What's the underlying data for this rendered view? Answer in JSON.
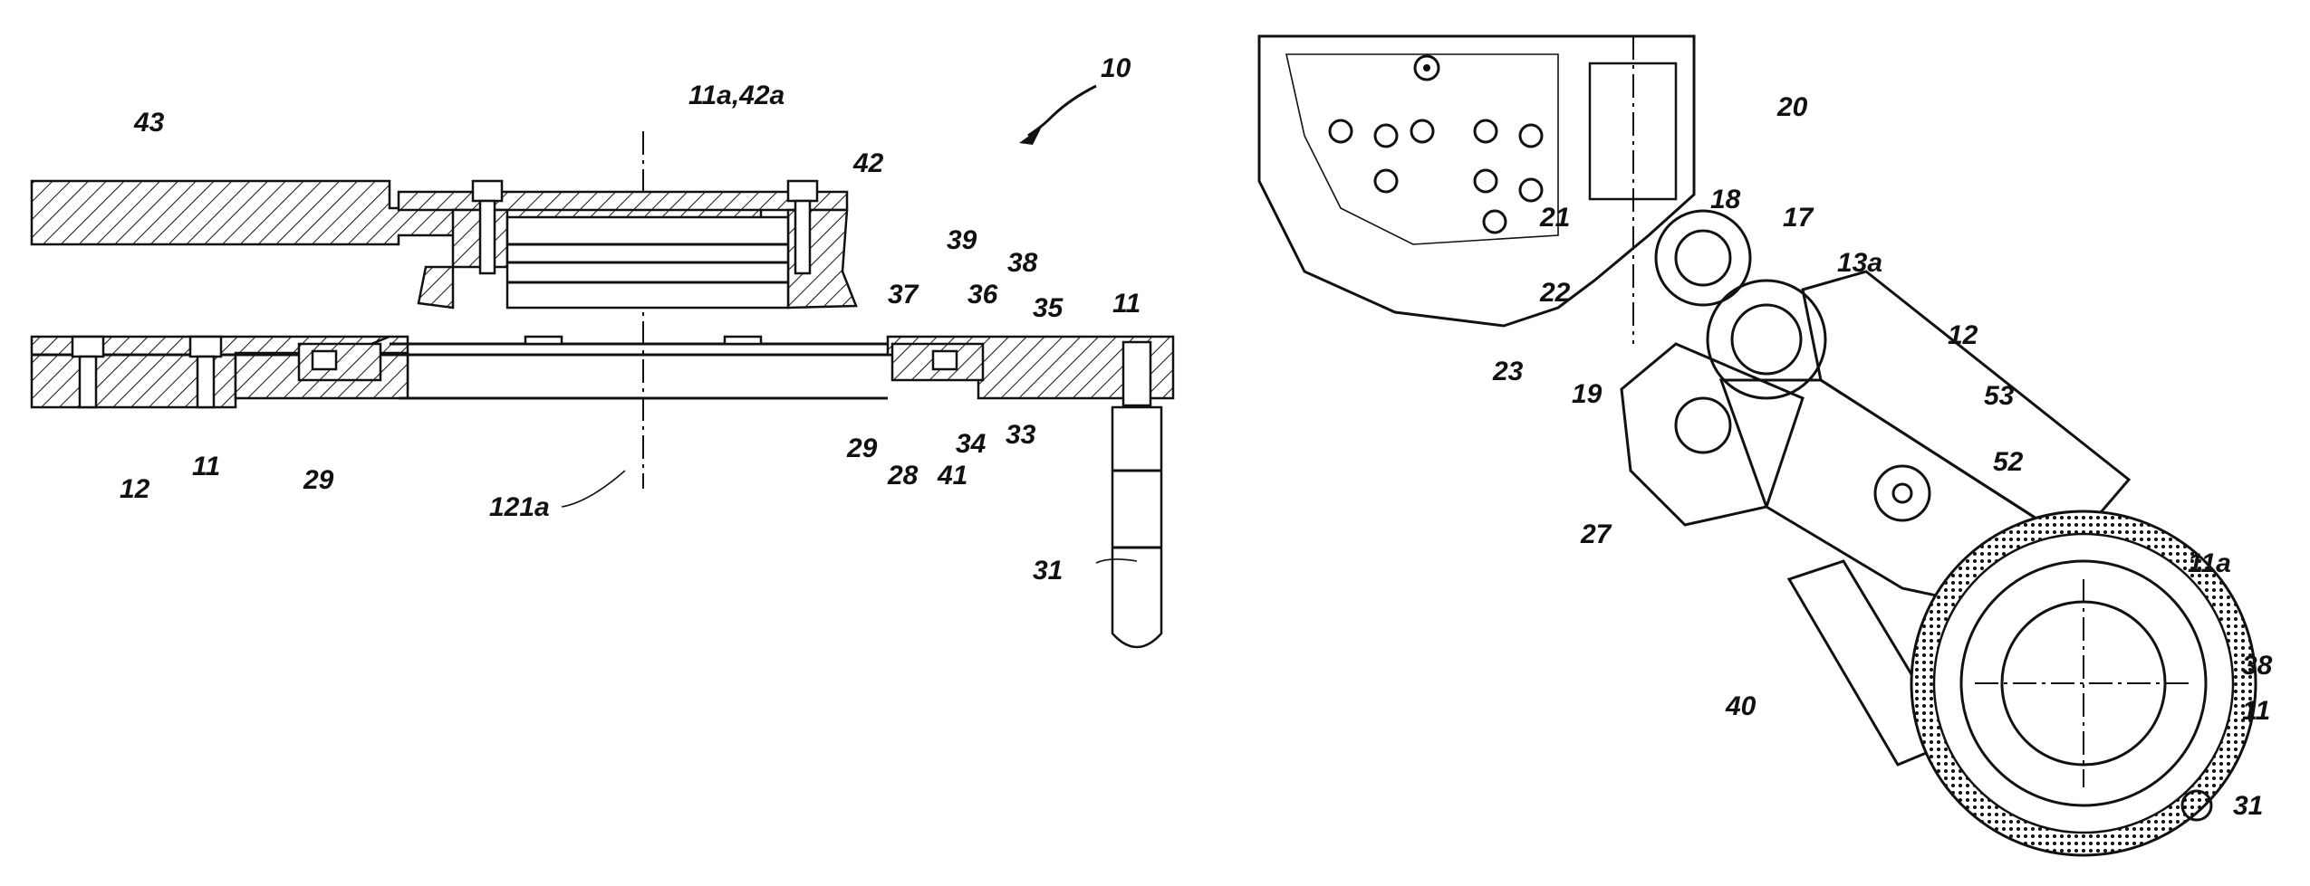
{
  "figure": {
    "left_view": {
      "labels": {
        "l10": "10",
        "l11a42a": "11a,42a",
        "l43": "43",
        "l42": "42",
        "l39": "39",
        "l38": "38",
        "l37": "37",
        "l36": "36",
        "l35": "35",
        "l11_right": "11",
        "l11_left": "11",
        "l12": "12",
        "l29_left": "29",
        "l29_right": "29",
        "l28": "28",
        "l41": "41",
        "l34": "34",
        "l33": "33",
        "l121a": "121a",
        "l31": "31"
      }
    },
    "right_view": {
      "labels": {
        "l20": "20",
        "l18": "18",
        "l17": "17",
        "l13a": "13a",
        "l21": "21",
        "l22": "22",
        "l23": "23",
        "l19": "19",
        "l12": "12",
        "l53": "53",
        "l52": "52",
        "l27": "27",
        "l11a": "11a",
        "l38": "38",
        "l11": "11",
        "l40": "40",
        "l31": "31"
      }
    }
  }
}
